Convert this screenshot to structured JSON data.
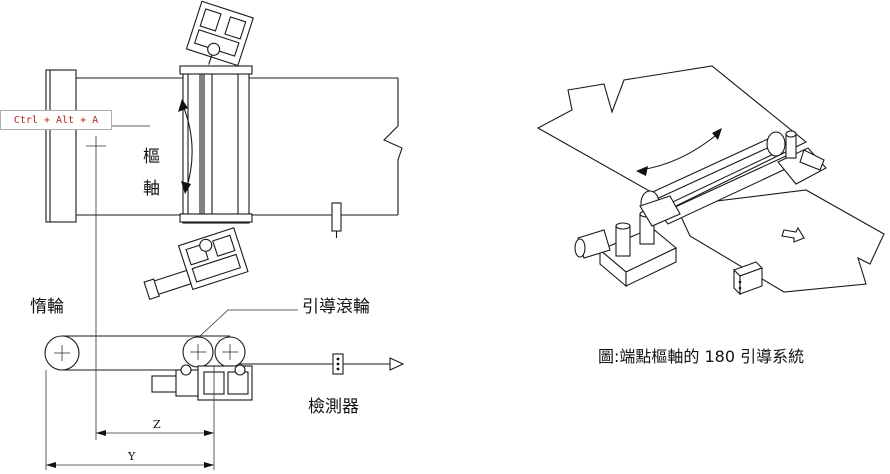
{
  "tooltip": {
    "shortcut": "Ctrl + Alt + A"
  },
  "labels": {
    "pivot_char1": "樞",
    "pivot_char2": "軸",
    "idler_roller": "惰輪",
    "guide_roller": "引導滾輪",
    "detector": "檢測器",
    "dim_z": "Z",
    "dim_y": "Y",
    "caption": "圖:端點樞軸的 180 引導系統"
  }
}
